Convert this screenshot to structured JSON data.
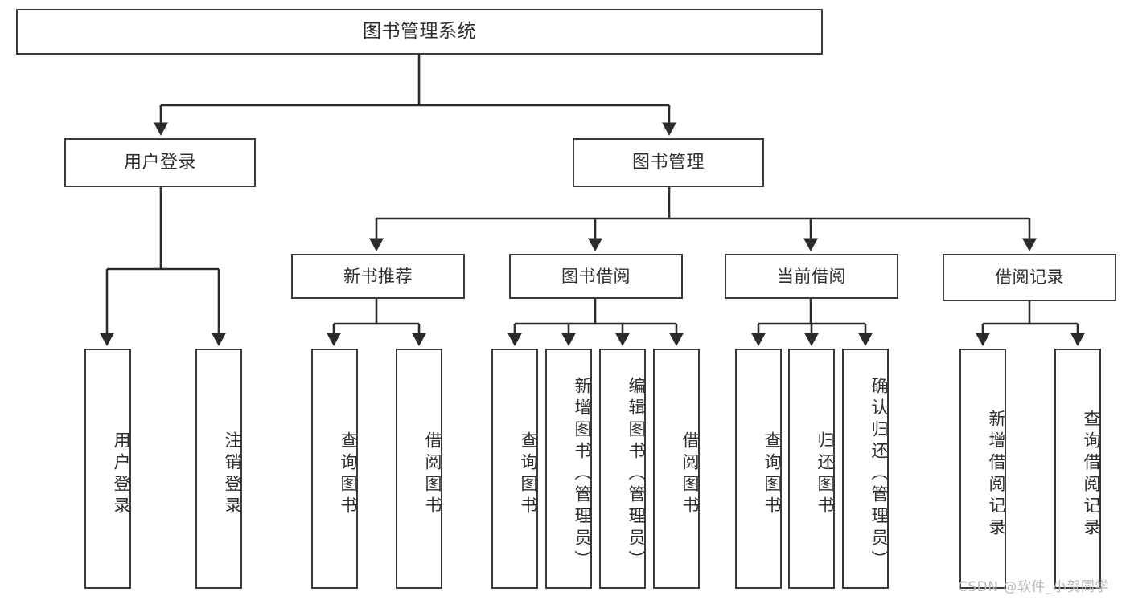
{
  "diagram": {
    "title": "图书管理系统",
    "type": "tree-hierarchy-chart",
    "watermark": "CSDN @软件_小贺同学",
    "root": {
      "label": "图书管理系统"
    },
    "level1": [
      {
        "label": "用户登录"
      },
      {
        "label": "图书管理"
      }
    ],
    "level2": [
      {
        "label": "新书推荐"
      },
      {
        "label": "图书借阅"
      },
      {
        "label": "当前借阅"
      },
      {
        "label": "借阅记录"
      }
    ],
    "leaves": {
      "user_login": [
        {
          "label": "用户登录"
        },
        {
          "label": "注销登录"
        }
      ],
      "new_book_recommend": [
        {
          "label": "查询图书"
        },
        {
          "label": "借阅图书"
        }
      ],
      "book_borrow": [
        {
          "label": "查询图书"
        },
        {
          "label": "新增图书（管理员）"
        },
        {
          "label": "编辑图书（管理员）"
        },
        {
          "label": "借阅图书"
        }
      ],
      "current_borrow": [
        {
          "label": "查询图书"
        },
        {
          "label": "归还图书"
        },
        {
          "label": "确认归还（管理员）"
        }
      ],
      "borrow_record": [
        {
          "label": "新增借阅记录"
        },
        {
          "label": "查询借阅记录"
        }
      ]
    },
    "colors": {
      "box_border": "#3a3a3a",
      "box_fill": "#ffffff",
      "text": "#2f2f2f",
      "connector": "#2b2b2b",
      "watermark": "#b9b9b9",
      "background": "#ffffff"
    }
  }
}
